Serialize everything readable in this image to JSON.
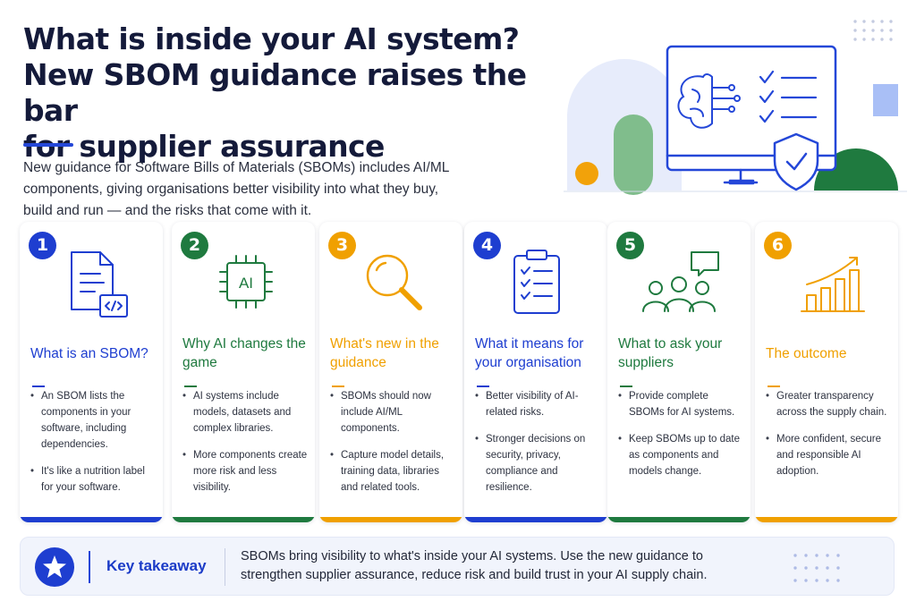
{
  "header": {
    "title_line1": "What is inside your AI system?",
    "title_line2": "New SBOM guidance raises the bar",
    "title_line3": "for supplier assurance",
    "intro": "New guidance for Software Bills of Materials (SBOMs) includes AI/ML components, giving organisations better visibility into what they buy, build and run — and the risks that come with it."
  },
  "colors": {
    "blue": "#1e3ed0",
    "green": "#1f7a3f",
    "orange": "#f0a000"
  },
  "cards": [
    {
      "number": "1",
      "title": "What is an SBOM?",
      "icon": "document-code-icon",
      "color": "#1e3ed0",
      "bullets": [
        "An SBOM lists the components in your software, including dependencies.",
        "It's like a nutrition label for your software."
      ]
    },
    {
      "number": "2",
      "title": "Why AI changes the game",
      "icon": "ai-chip-icon",
      "color": "#1f7a3f",
      "bullets": [
        "AI systems include models, datasets and complex libraries.",
        "More components create more risk and less visibility."
      ]
    },
    {
      "number": "3",
      "title": "What's new in the guidance",
      "icon": "magnifier-icon",
      "color": "#f0a000",
      "bullets": [
        "SBOMs should now include AI/ML components.",
        "Capture model details, training data, libraries and related tools."
      ]
    },
    {
      "number": "4",
      "title": "What it means for your organisation",
      "icon": "clipboard-checklist-icon",
      "color": "#1e3ed0",
      "bullets": [
        "Better visibility of AI-related risks.",
        "Stronger decisions on security, privacy, compliance and resilience."
      ]
    },
    {
      "number": "5",
      "title": "What to ask your suppliers",
      "icon": "people-chat-icon",
      "color": "#1f7a3f",
      "bullets": [
        "Provide complete SBOMs for AI systems.",
        "Keep SBOMs up to date as components and models change."
      ]
    },
    {
      "number": "6",
      "title": "The outcome",
      "icon": "growth-chart-icon",
      "color": "#f0a000",
      "bullets": [
        "Greater transparency across the supply chain.",
        "More confident, secure and responsible AI adoption."
      ]
    }
  ],
  "takeaway": {
    "icon": "star-icon",
    "label": "Key takeaway",
    "text": "SBOMs bring visibility to what's inside your AI systems. Use the new guidance to strengthen supplier assurance, reduce risk and build trust in your AI supply chain."
  }
}
